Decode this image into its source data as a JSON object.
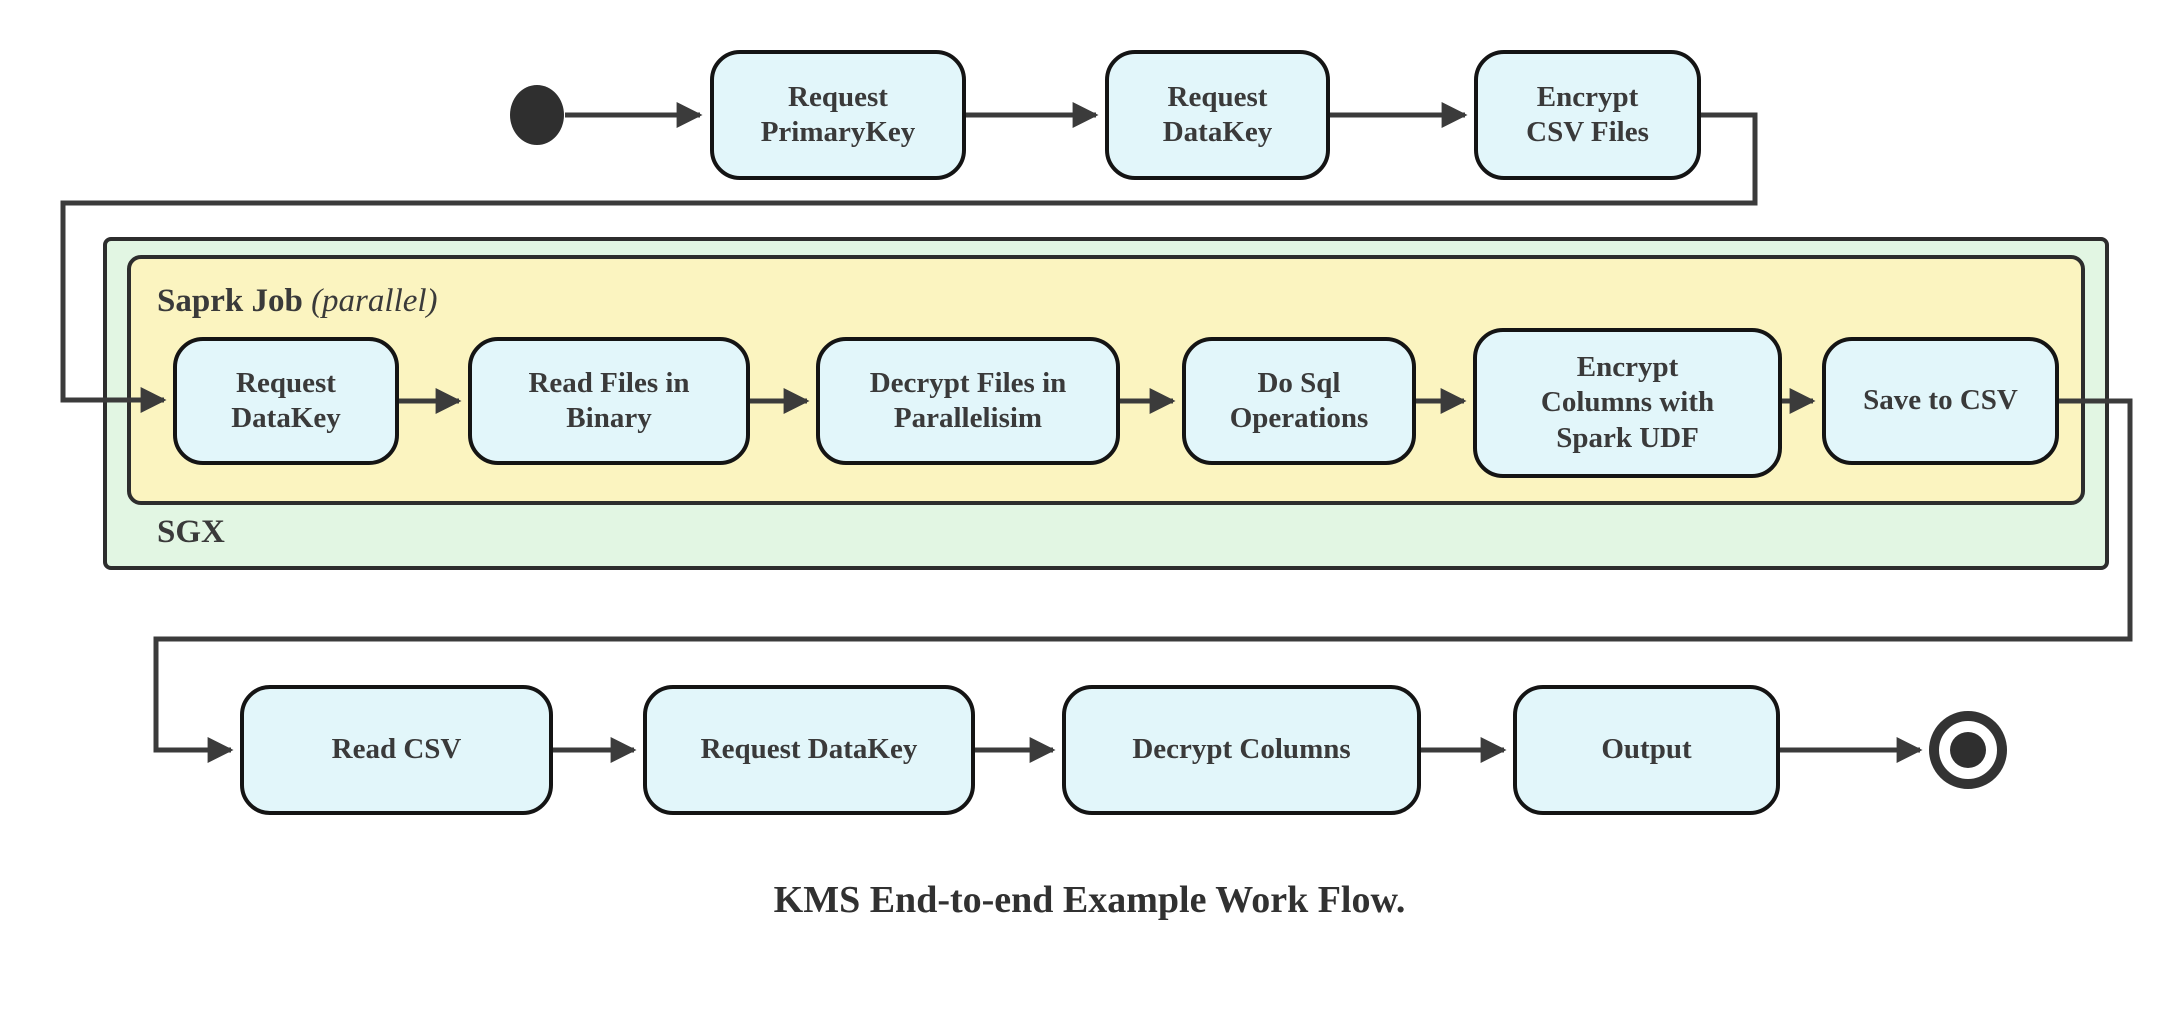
{
  "title": "KMS End-to-end Example Work Flow.",
  "colors": {
    "activity_fill": "#e2f6fa",
    "activity_border": "#141414",
    "sgx_container_fill": "#e2f6e3",
    "spark_job_container_fill": "#fbf4c0",
    "container_border": "#2d2d2d",
    "connector": "#3b3b3b",
    "text": "#3a3a3a"
  },
  "nodes": {
    "start": "initial-node",
    "end": "final-node"
  },
  "top_row": [
    {
      "label": "Request\nPrimaryKey"
    },
    {
      "label": "Request\nDataKey"
    },
    {
      "label": "Encrypt\nCSV Files"
    }
  ],
  "containers": {
    "sgx": {
      "label": "SGX"
    },
    "spark_job": {
      "label": "Saprk Job",
      "qualifier": "(parallel)"
    }
  },
  "spark_row": [
    {
      "label": "Request\nDataKey"
    },
    {
      "label": "Read Files in\nBinary"
    },
    {
      "label": "Decrypt Files in\nParallelisim"
    },
    {
      "label": "Do Sql\nOperations"
    },
    {
      "label": "Encrypt\nColumns with\nSpark UDF"
    },
    {
      "label": "Save to CSV"
    }
  ],
  "bottom_row": [
    {
      "label": "Read CSV"
    },
    {
      "label": "Request DataKey"
    },
    {
      "label": "Decrypt Columns"
    },
    {
      "label": "Output"
    }
  ]
}
